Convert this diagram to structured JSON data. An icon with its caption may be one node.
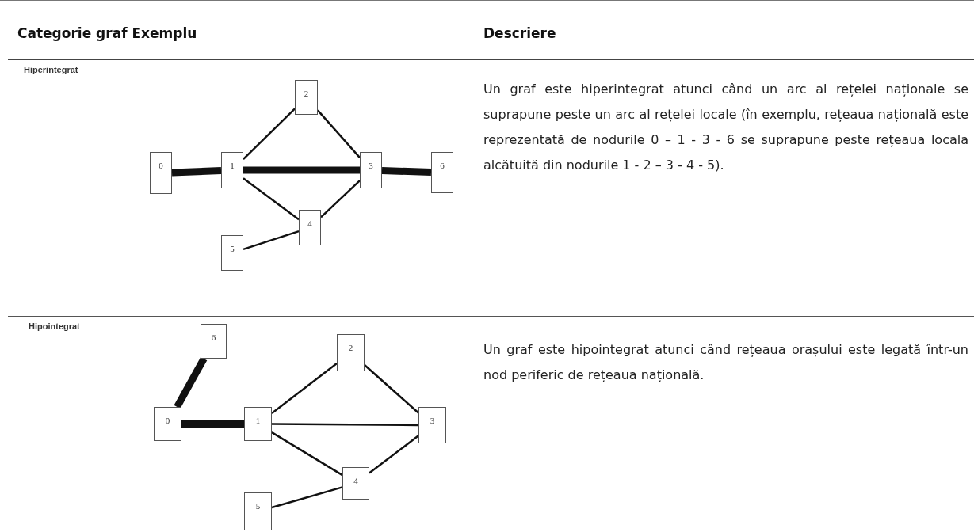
{
  "diagram": {
    "nodes": [
      {
        "text": [
          "0"
        ]
      },
      {
        "text": [
          "1"
        ]
      },
      {
        "text": [
          "2"
        ]
      },
      {
        "text": [
          "3"
        ]
      },
      {
        "text": [
          "4"
        ]
      },
      {
        "text": [
          "5"
        ]
      },
      {
        "text": [
          "6"
        ]
      },
      {
        "text": [
          "6"
        ]
      },
      {
        "text": [
          "0"
        ]
      },
      {
        "text": [
          "1"
        ]
      },
      {
        "text": [
          "2"
        ]
      },
      {
        "text": [
          "3"
        ]
      },
      {
        "text": [
          "4"
        ]
      },
      {
        "text": [
          "5"
        ]
      }
    ],
    "edges": [
      {
        "from": 0,
        "to": 1,
        "arrow": "none",
        "style": "thick"
      },
      {
        "from": 1,
        "to": 3,
        "arrow": "none",
        "style": "thick"
      },
      {
        "from": 3,
        "to": 6,
        "arrow": "none",
        "style": "thick"
      },
      {
        "from": 1,
        "to": 2,
        "arrow": "none"
      },
      {
        "from": 2,
        "to": 3,
        "arrow": "none"
      },
      {
        "from": 1,
        "to": 4,
        "arrow": "none"
      },
      {
        "from": 4,
        "to": 3,
        "arrow": "none"
      },
      {
        "from": 5,
        "to": 4,
        "arrow": "none"
      },
      {
        "from": 7,
        "to": 8,
        "arrow": "none",
        "style": "thick"
      },
      {
        "from": 8,
        "to": 9,
        "arrow": "none",
        "style": "thick"
      },
      {
        "from": 9,
        "to": 11,
        "arrow": "none"
      },
      {
        "from": 9,
        "to": 10,
        "arrow": "none"
      },
      {
        "from": 10,
        "to": 11,
        "arrow": "none"
      },
      {
        "from": 9,
        "to": 12,
        "arrow": "none"
      },
      {
        "from": 12,
        "to": 11,
        "arrow": "none"
      },
      {
        "from": 13,
        "to": 12,
        "arrow": "none"
      }
    ],
    "labels": [
      "Categorie graf Exemplu",
      "Descriere",
      "Hiperintegrat",
      "Un graf este hiperintegrat atunci când un arc al rețelei naționale se suprapune peste un arc al rețelei locale (în exemplu, rețeaua națională este reprezentată de nodurile 0 – 1 - 3 - 6 se suprapune peste rețeaua locala alcătuită din nodurile 1 - 2 – 3 - 4 - 5).",
      "Hipointegrat",
      "Un graf este hipointegrat atunci când rețeaua orașului este legată într-un nod periferic de rețeaua națională."
    ]
  }
}
